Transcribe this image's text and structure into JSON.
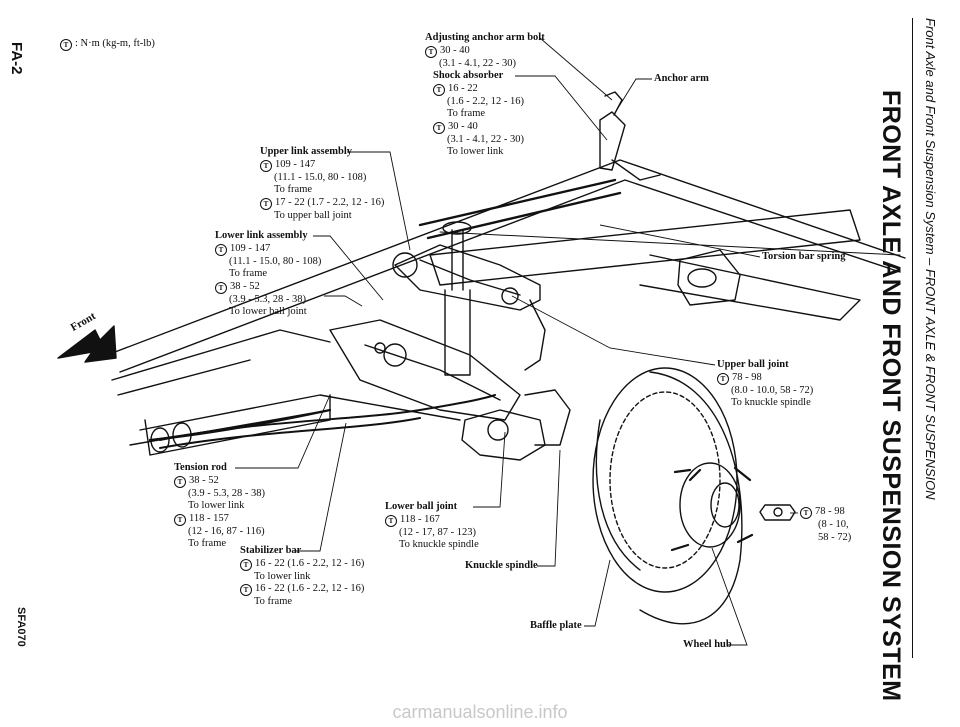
{
  "page": {
    "code": "FA-2",
    "figure_id": "SFA070",
    "running_title": "Front Axle and Front Suspension System – FRONT AXLE & FRONT SUSPENSION",
    "main_title": "FRONT AXLE AND FRONT SUSPENSION SYSTEM",
    "unit_legend": ": N·m (kg-m, ft-lb)",
    "front_label": "Front",
    "watermark": "carmanualsonline.info"
  },
  "callouts": {
    "adjusting_anchor_arm_bolt": {
      "name": "Adjusting anchor arm bolt",
      "torque": "30 - 40",
      "conv": "(3.1 - 4.1, 22 - 30)"
    },
    "shock_absorber": {
      "name": "Shock absorber",
      "t1": "16 - 22",
      "c1": "(1.6 - 2.2, 12 - 16)",
      "to1": "To frame",
      "t2": "30 - 40",
      "c2": "(3.1 - 4.1, 22 - 30)",
      "to2": "To lower link"
    },
    "anchor_arm": {
      "name": "Anchor arm"
    },
    "upper_link_assembly": {
      "name": "Upper link assembly",
      "t1": "109 - 147",
      "c1": "(11.1 - 15.0, 80 - 108)",
      "to1": "To frame",
      "t2": "17 - 22 (1.7 - 2.2, 12 - 16)",
      "to2": "To upper ball joint"
    },
    "lower_link_assembly": {
      "name": "Lower link assembly",
      "t1": "109 - 147",
      "c1": "(11.1 - 15.0, 80 - 108)",
      "to1": "To frame",
      "t2": "38 - 52",
      "c2": "(3.9 - 5.3, 28 - 38)",
      "to2": "To lower ball joint"
    },
    "torsion_bar_spring": {
      "name": "Torsion bar spring"
    },
    "upper_ball_joint": {
      "name": "Upper ball joint",
      "torque": "78 - 98",
      "conv": "(8.0 - 10.0, 58 - 72)",
      "to": "To knuckle spindle"
    },
    "tension_rod": {
      "name": "Tension rod",
      "t1": "38 - 52",
      "c1": "(3.9 - 5.3, 28 - 38)",
      "to1": "To lower link",
      "t2": "118 - 157",
      "c2": "(12 - 16, 87 - 116)",
      "to2": "To frame"
    },
    "lower_ball_joint": {
      "name": "Lower ball joint",
      "torque": "118 - 167",
      "conv": "(12 - 17, 87 - 123)",
      "to": "To knuckle spindle"
    },
    "wheel_nut": {
      "torque": "78 - 98",
      "conv1": "(8 - 10,",
      "conv2": "58 - 72)"
    },
    "stabilizer_bar": {
      "name": "Stabilizer bar",
      "t1": "16 - 22 (1.6 - 2.2, 12 - 16)",
      "to1": "To lower link",
      "t2": "16 - 22 (1.6 - 2.2, 12 - 16)",
      "to2": "To frame"
    },
    "knuckle_spindle": {
      "name": "Knuckle spindle"
    },
    "baffle_plate": {
      "name": "Baffle plate"
    },
    "wheel_hub": {
      "name": "Wheel hub"
    }
  },
  "icons": {
    "torque": "torque-wrench-icon",
    "front_arrow": "front-arrow-icon"
  }
}
